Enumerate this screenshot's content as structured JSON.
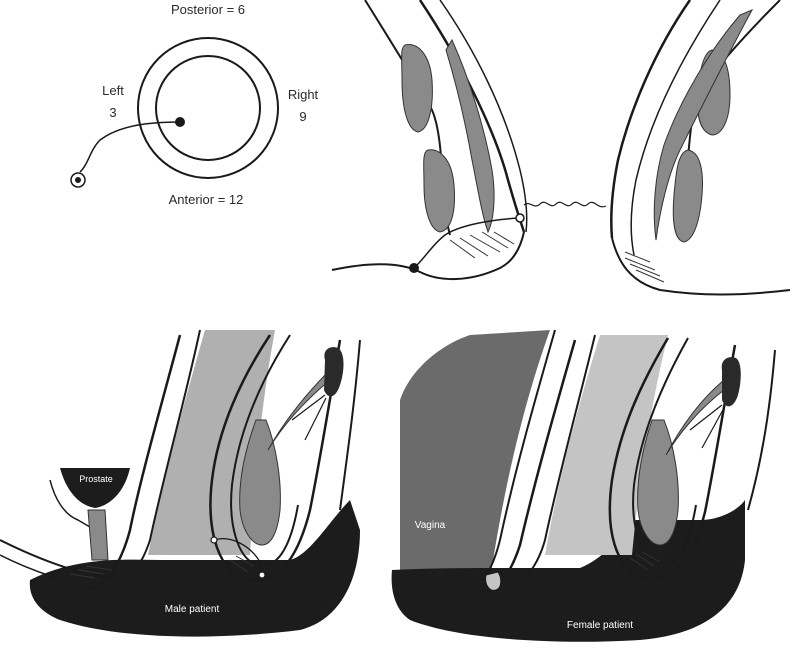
{
  "clock": {
    "posterior": "Posterior = 6",
    "anterior": "Anterior = 12",
    "left_label": "Left",
    "left_value": "3",
    "right_label": "Right",
    "right_value": "9"
  },
  "labels": {
    "prostate": "Prostate",
    "vagina": "Vagina",
    "male_patient": "Male patient",
    "female_patient": "Female patient"
  },
  "colors": {
    "ink": "#1a1a1a",
    "muscle_gray": "#8a8a8a",
    "light_gray": "#c4c4c4",
    "dark_fill": "#1c1c1c",
    "vagina_fill": "#6b6b6b"
  }
}
